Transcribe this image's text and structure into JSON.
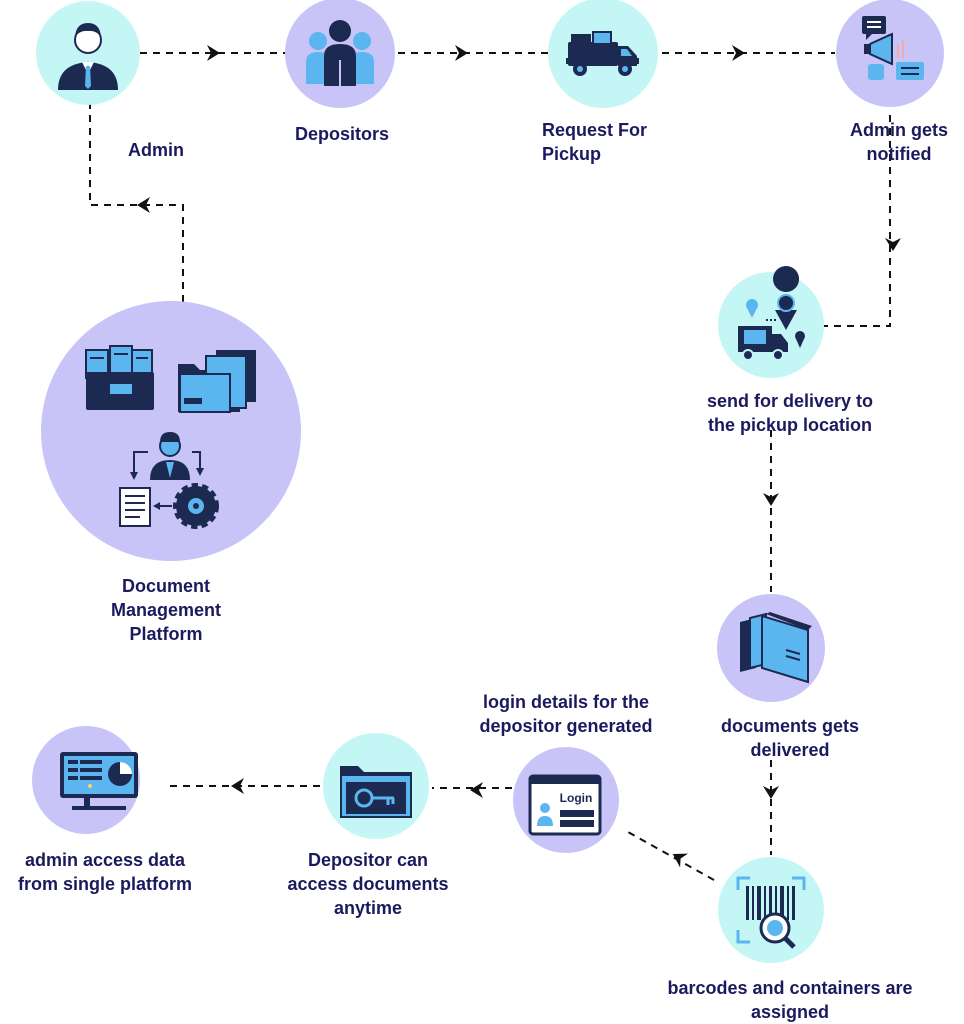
{
  "colors": {
    "cyan_circle": "#c5f6f6",
    "lavender_circle": "#c8c4f7",
    "icon_navy": "#1c2a52",
    "icon_blue": "#5bb6ef",
    "text": "#1c1a5e",
    "connector": "#111111"
  },
  "nodes": {
    "admin": {
      "icon": "admin-user-icon",
      "lines": [
        "Admin"
      ]
    },
    "depositors": {
      "icon": "group-people-icon",
      "lines": [
        "Depositors"
      ]
    },
    "request_pickup": {
      "icon": "pickup-truck-icon",
      "lines": [
        "Request For",
        "Pickup"
      ]
    },
    "admin_notified": {
      "icon": "notification-megaphone-icon",
      "lines": [
        "Admin gets",
        "notified"
      ]
    },
    "send_delivery": {
      "icon": "delivery-location-truck-icon",
      "lines": [
        "send for delivery to",
        "the pickup location"
      ]
    },
    "documents_delivered": {
      "icon": "document-folders-icon",
      "lines": [
        "documents gets",
        "delivered"
      ]
    },
    "barcodes": {
      "icon": "barcode-scan-icon",
      "lines": [
        "barcodes and containers are",
        "assigned"
      ]
    },
    "login": {
      "icon": "login-screen-icon",
      "lines": [
        "login details for the",
        "depositor generated"
      ]
    },
    "depositor_access": {
      "icon": "folder-key-icon",
      "lines": [
        "Depositor can",
        "access documents",
        "anytime"
      ]
    },
    "admin_access": {
      "icon": "dashboard-monitor-icon",
      "lines": [
        "admin access data",
        "from single platform"
      ]
    },
    "dms": {
      "icon": "document-management-icon",
      "lines": [
        "Document",
        "Management",
        "Platform"
      ]
    }
  }
}
